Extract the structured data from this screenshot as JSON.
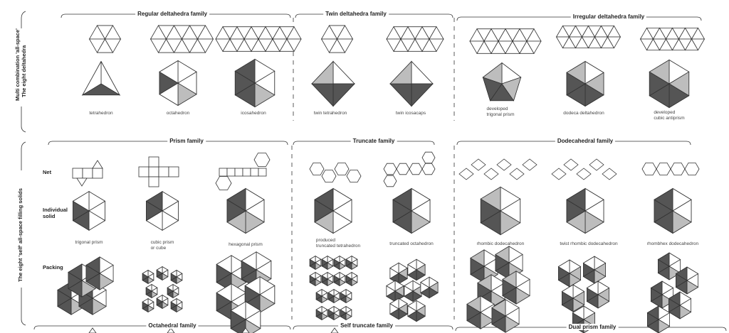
{
  "sections": {
    "top": {
      "side_label_1": "Multi combination 'all-space'",
      "side_label_2": "The eight deltahedra",
      "families": [
        "Regular deltahedra family",
        "Twin deltahedra family",
        "Irregular deltahedra family"
      ],
      "items": [
        {
          "line1": "tetrahedron",
          "line2": ""
        },
        {
          "line1": "octahedron",
          "line2": ""
        },
        {
          "line1": "icosahedron",
          "line2": ""
        },
        {
          "line1": "twin tetrahedron",
          "line2": ""
        },
        {
          "line1": "twin icosacaps",
          "line2": ""
        },
        {
          "line1": "developed",
          "line2": "trigonal prism"
        },
        {
          "line1": "dodeca deltahedron",
          "line2": ""
        },
        {
          "line1": "developed",
          "line2": "cubic antiprism"
        }
      ]
    },
    "bottom": {
      "side_label": "The eight 'self' all-space filling solids",
      "row_labels": {
        "net": "Net",
        "solid_1": "Individual",
        "solid_2": "solid",
        "packing": "Packing"
      },
      "families": [
        "Prism family",
        "Truncate family",
        "Dodecahedral family"
      ],
      "items": [
        {
          "line1": "trigonal prism",
          "line2": ""
        },
        {
          "line1": "cubic prism",
          "line2": "or cube"
        },
        {
          "line1": "hexagonal prism",
          "line2": ""
        },
        {
          "line1": "produced",
          "line2": "truncated tetrahedron"
        },
        {
          "line1": "truncated octahedron",
          "line2": ""
        },
        {
          "line1": "rhombic dodecahedron",
          "line2": ""
        },
        {
          "line1": "twist rhombic dodecahedron",
          "line2": ""
        },
        {
          "line1": "rhombhex dodecahedron",
          "line2": ""
        }
      ]
    },
    "footer": {
      "families": [
        "Octahedral family",
        "Self truncate family",
        "Dual prism family"
      ]
    }
  },
  "colors": {
    "dark": "#555555",
    "light": "#bdbdbd",
    "line": "#333333"
  }
}
